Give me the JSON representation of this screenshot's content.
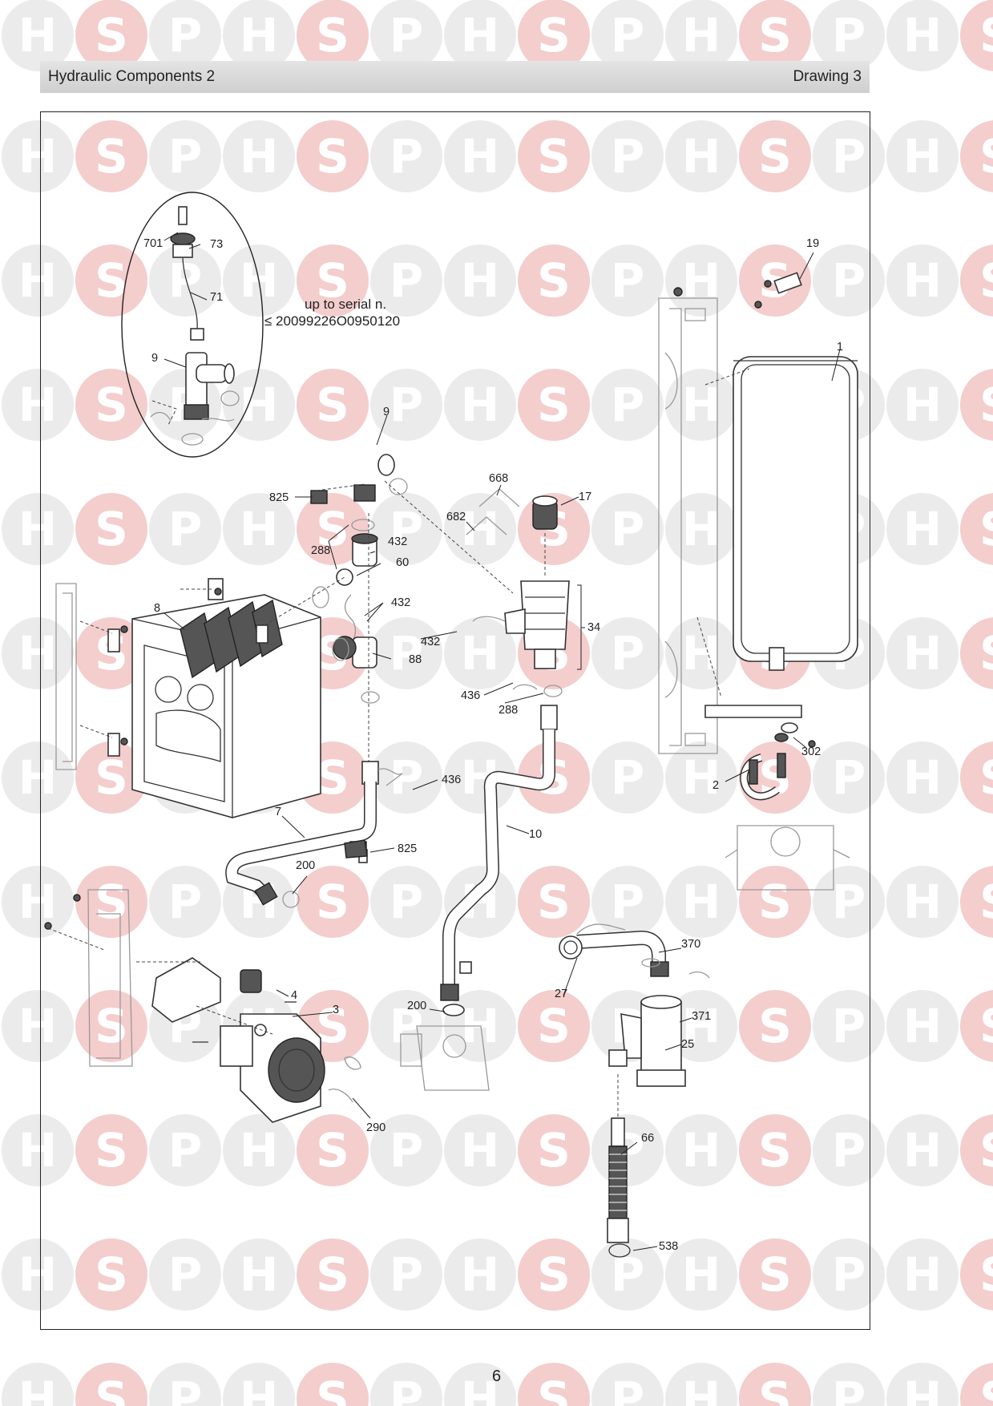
{
  "header": {
    "title": "Hydraulic Components 2",
    "drawing": "Drawing 3"
  },
  "watermark": {
    "letters": [
      "H",
      "S",
      "P"
    ],
    "colors": {
      "h": "#ecebeb",
      "s": "#f4cdcd",
      "p": "#ecebeb",
      "letter": "#ffffff"
    }
  },
  "diagram": {
    "serial_note_line1": "up to serial n.",
    "serial_note_line2": "≤ 20099226O0950120",
    "part_labels": [
      "701",
      "73",
      "71",
      "9",
      "9",
      "825",
      "288",
      "432",
      "60",
      "432",
      "432",
      "88",
      "8",
      "7",
      "436",
      "200",
      "825",
      "668",
      "682",
      "17",
      "34",
      "436",
      "288",
      "10",
      "19",
      "1",
      "302",
      "2",
      "27",
      "370",
      "371",
      "25",
      "200",
      "4",
      "3",
      "290",
      "66",
      "538"
    ]
  },
  "page_number": "6"
}
